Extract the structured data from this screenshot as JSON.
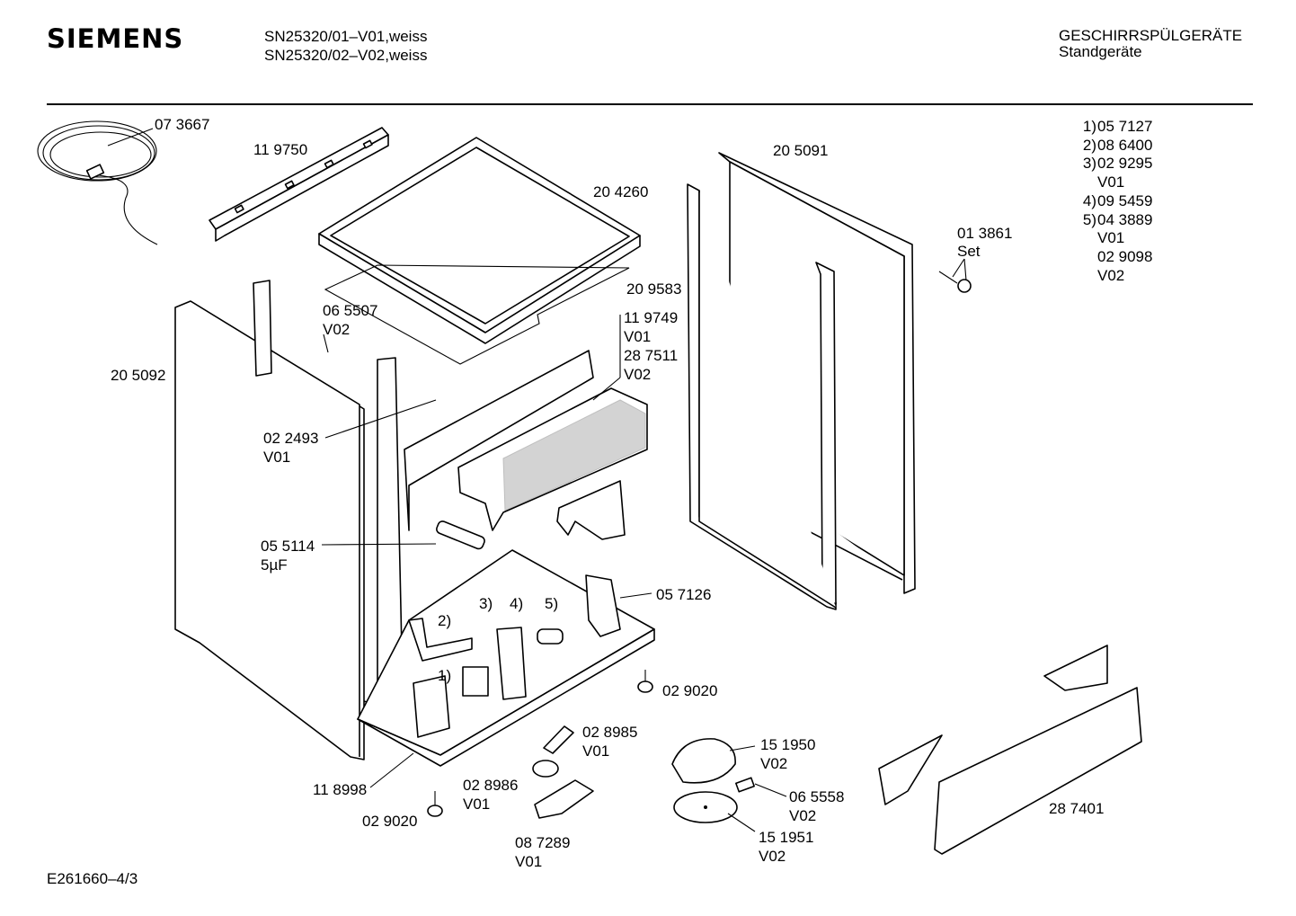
{
  "header": {
    "brand": "SIEMENS",
    "model_line_1": "SN25320/01–V01,weiss",
    "model_line_2": "SN25320/02–V02,weiss",
    "category_line_1": "GESCHIRRSPÜLGERÄTE",
    "category_line_2": "Standgeräte"
  },
  "parts_list": [
    {
      "num": "1)",
      "code": "05 7127"
    },
    {
      "num": "2)",
      "code": "08 6400"
    },
    {
      "num": "3)",
      "code": "02 9295"
    },
    {
      "num": "",
      "code": "V01"
    },
    {
      "num": "4)",
      "code": "09 5459"
    },
    {
      "num": "5)",
      "code": "04 3889"
    },
    {
      "num": "",
      "code": "V01"
    },
    {
      "num": "",
      "code": "02 9098"
    },
    {
      "num": "",
      "code": "V02"
    }
  ],
  "labels": {
    "l_073667": "07 3667",
    "l_119750": "11 9750",
    "l_204260": "20 4260",
    "l_205091": "20 5091",
    "l_013861": "01 3861",
    "l_set": "Set",
    "l_209583": "20 9583",
    "l_065507": "06 5507",
    "l_v02_a": "V02",
    "l_119749": "11 9749",
    "l_v01_a": "V01",
    "l_287511": "28 7511",
    "l_v02_b": "V02",
    "l_205092": "20 5092",
    "l_022493": "02 2493",
    "l_v01_b": "V01",
    "l_055114": "05 5114",
    "l_5uf": "5µF",
    "l_057126": "05 7126",
    "l_call_2": "2)",
    "l_call_3": "3)",
    "l_call_4": "4)",
    "l_call_5": "5)",
    "l_call_1": "1)",
    "l_029020_a": "02 9020",
    "l_028985": "02 8985",
    "l_v01_c": "V01",
    "l_151950": "15 1950",
    "l_v02_c": "V02",
    "l_118998": "11 8998",
    "l_028986": "02 8986",
    "l_v01_d": "V01",
    "l_065558": "06 5558",
    "l_v02_d": "V02",
    "l_029020_b": "02 9020",
    "l_087289": "08 7289",
    "l_v01_e": "V01",
    "l_151951": "15 1951",
    "l_v02_e": "V02",
    "l_287401": "28 7401"
  },
  "footer": {
    "drawing_id": "E261660–4/3"
  }
}
